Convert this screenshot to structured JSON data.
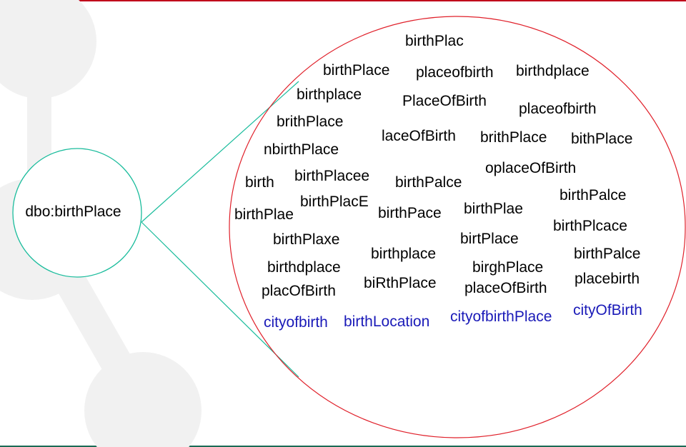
{
  "center": {
    "label": "dbo:birthPlace"
  },
  "colors": {
    "top_line": "#c0001a",
    "bottom_line": "#1a6b55",
    "connector": "#1abc9c",
    "bubble": "#e0202a",
    "variant_text": "#000000",
    "related_text": "#1a1ab8"
  },
  "terms": [
    {
      "text": "birthPlac",
      "color": "black"
    },
    {
      "text": "birthPlace",
      "color": "black"
    },
    {
      "text": "placeofbirth",
      "color": "black"
    },
    {
      "text": "birthdplace",
      "color": "black"
    },
    {
      "text": "birthplace",
      "color": "black"
    },
    {
      "text": "PlaceOfBirth",
      "color": "black"
    },
    {
      "text": "placeofbirth",
      "color": "black"
    },
    {
      "text": "brithPlace",
      "color": "black"
    },
    {
      "text": "laceOfBirth",
      "color": "black"
    },
    {
      "text": "brithPlace",
      "color": "black"
    },
    {
      "text": "bithPlace",
      "color": "black"
    },
    {
      "text": "nbirthPlace",
      "color": "black"
    },
    {
      "text": "oplaceOfBirth",
      "color": "black"
    },
    {
      "text": "birth",
      "color": "black"
    },
    {
      "text": "birthPlacee",
      "color": "black"
    },
    {
      "text": "birthPalce",
      "color": "black"
    },
    {
      "text": "birthPalce",
      "color": "black"
    },
    {
      "text": "birthPlacE",
      "color": "black"
    },
    {
      "text": "birthPlae",
      "color": "black"
    },
    {
      "text": "birthPace",
      "color": "black"
    },
    {
      "text": "birthPlae",
      "color": "black"
    },
    {
      "text": "birthPlcace",
      "color": "black"
    },
    {
      "text": "birthPlaxe",
      "color": "black"
    },
    {
      "text": "birtPlace",
      "color": "black"
    },
    {
      "text": "birthplace",
      "color": "black"
    },
    {
      "text": "birthPalce",
      "color": "black"
    },
    {
      "text": "birthdplace",
      "color": "black"
    },
    {
      "text": "birghPlace",
      "color": "black"
    },
    {
      "text": "biRthPlace",
      "color": "black"
    },
    {
      "text": "placebirth",
      "color": "black"
    },
    {
      "text": "placOfBirth",
      "color": "black"
    },
    {
      "text": "placeOfBirth",
      "color": "black"
    },
    {
      "text": "cityofbirth",
      "color": "blue"
    },
    {
      "text": "birthLocation",
      "color": "blue"
    },
    {
      "text": "cityofbirthPlace",
      "color": "blue"
    },
    {
      "text": "cityOfBirth",
      "color": "blue"
    }
  ]
}
